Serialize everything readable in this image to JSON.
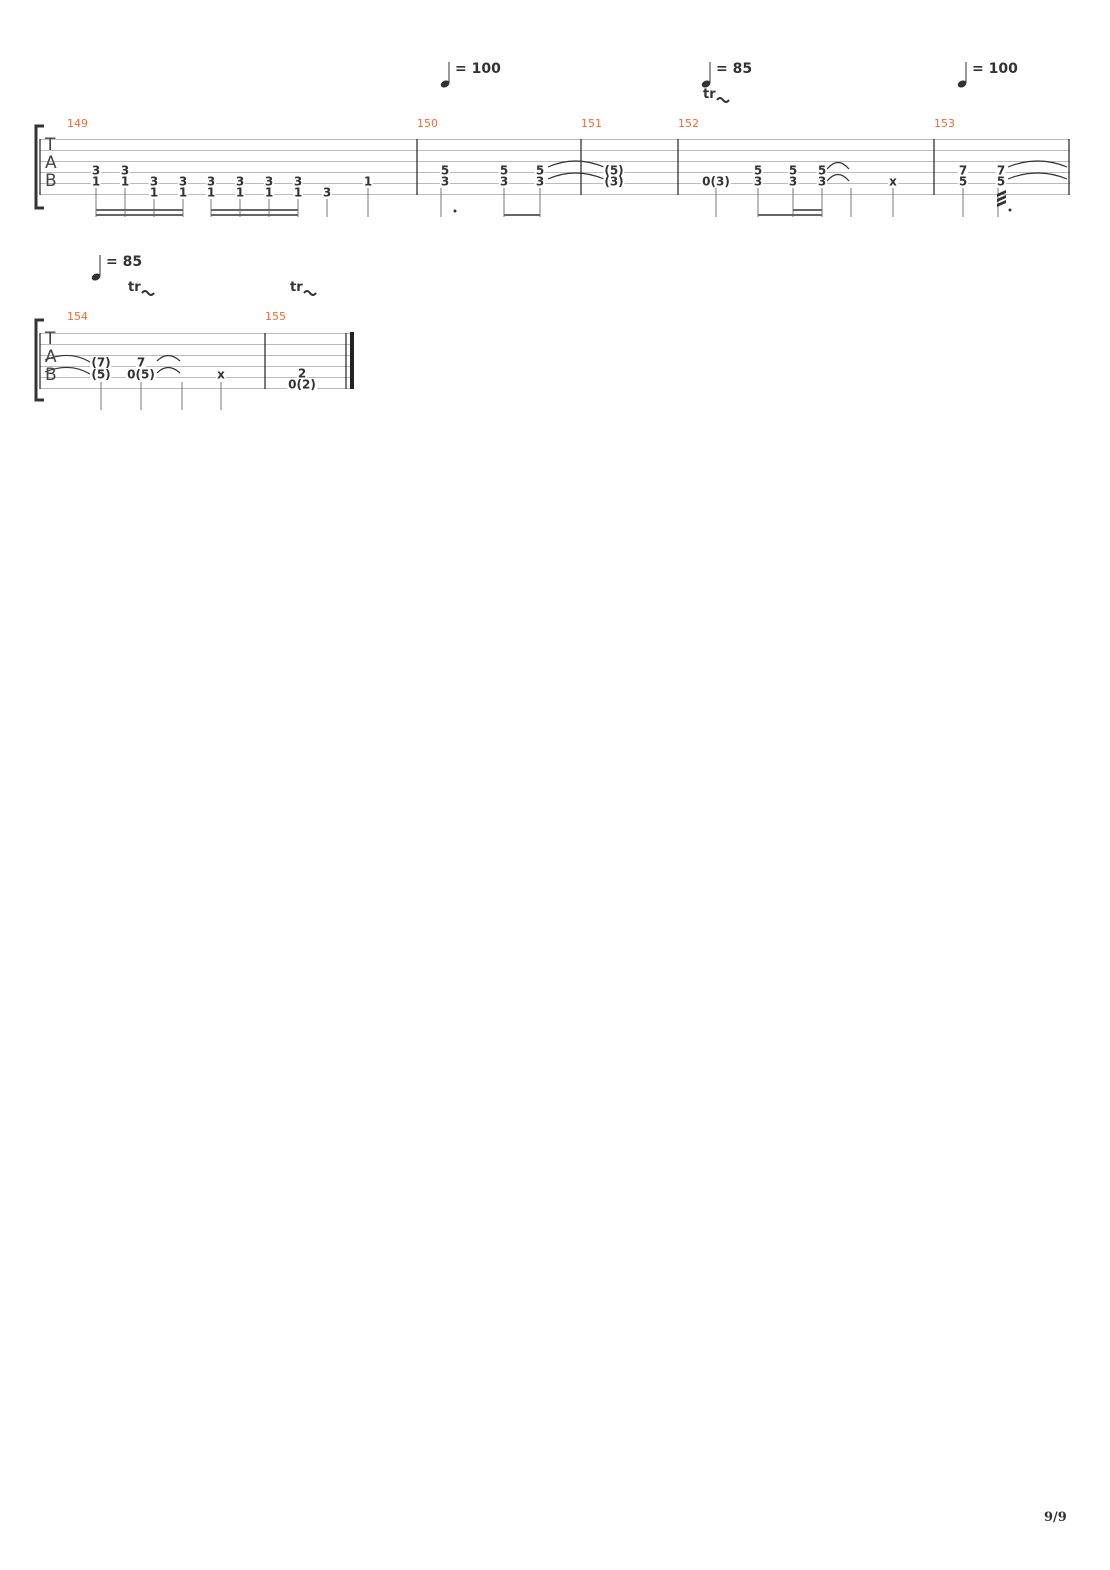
{
  "tempos": [
    {
      "label": "= 100"
    },
    {
      "label": "= 85"
    },
    {
      "label": "= 100"
    },
    {
      "label": "= 85"
    }
  ],
  "trill": "tr",
  "tab_clef": {
    "t": "T",
    "a": "A",
    "b": "B"
  },
  "measures": [
    "149",
    "150",
    "151",
    "152",
    "153",
    "154",
    "155"
  ],
  "notes": {
    "m149": [
      "3",
      "1",
      "3",
      "1",
      "3",
      "1",
      "3",
      "1",
      "3",
      "1",
      "3",
      "1",
      "3",
      "1",
      "3",
      "1",
      "3",
      "1"
    ],
    "m150": [
      "5",
      "3",
      "5",
      "3",
      "5",
      "3"
    ],
    "m151": [
      "(5)",
      "(3)"
    ],
    "m152": [
      "0(3)",
      "5",
      "3",
      "5",
      "3",
      "5",
      "3",
      "x"
    ],
    "m153": [
      "7",
      "5",
      "7",
      "5"
    ],
    "m154": [
      "(7)",
      "(5)",
      "7",
      "0(5)",
      "x"
    ],
    "m155": [
      "2",
      "0(2)"
    ]
  },
  "page_number": "9/9"
}
